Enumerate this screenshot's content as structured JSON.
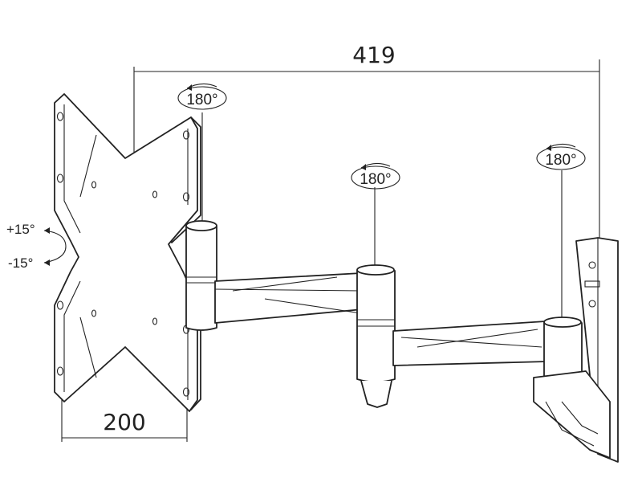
{
  "dimensions": {
    "total_reach": "419",
    "vesa_width": "200"
  },
  "rotation_labels": {
    "plate_pivot": "180°",
    "middle_pivot": "180°",
    "wall_pivot": "180°"
  },
  "tilt_labels": {
    "up": "+15°",
    "down": "-15°"
  },
  "colors": {
    "line": "#222222",
    "background": "#ffffff"
  }
}
